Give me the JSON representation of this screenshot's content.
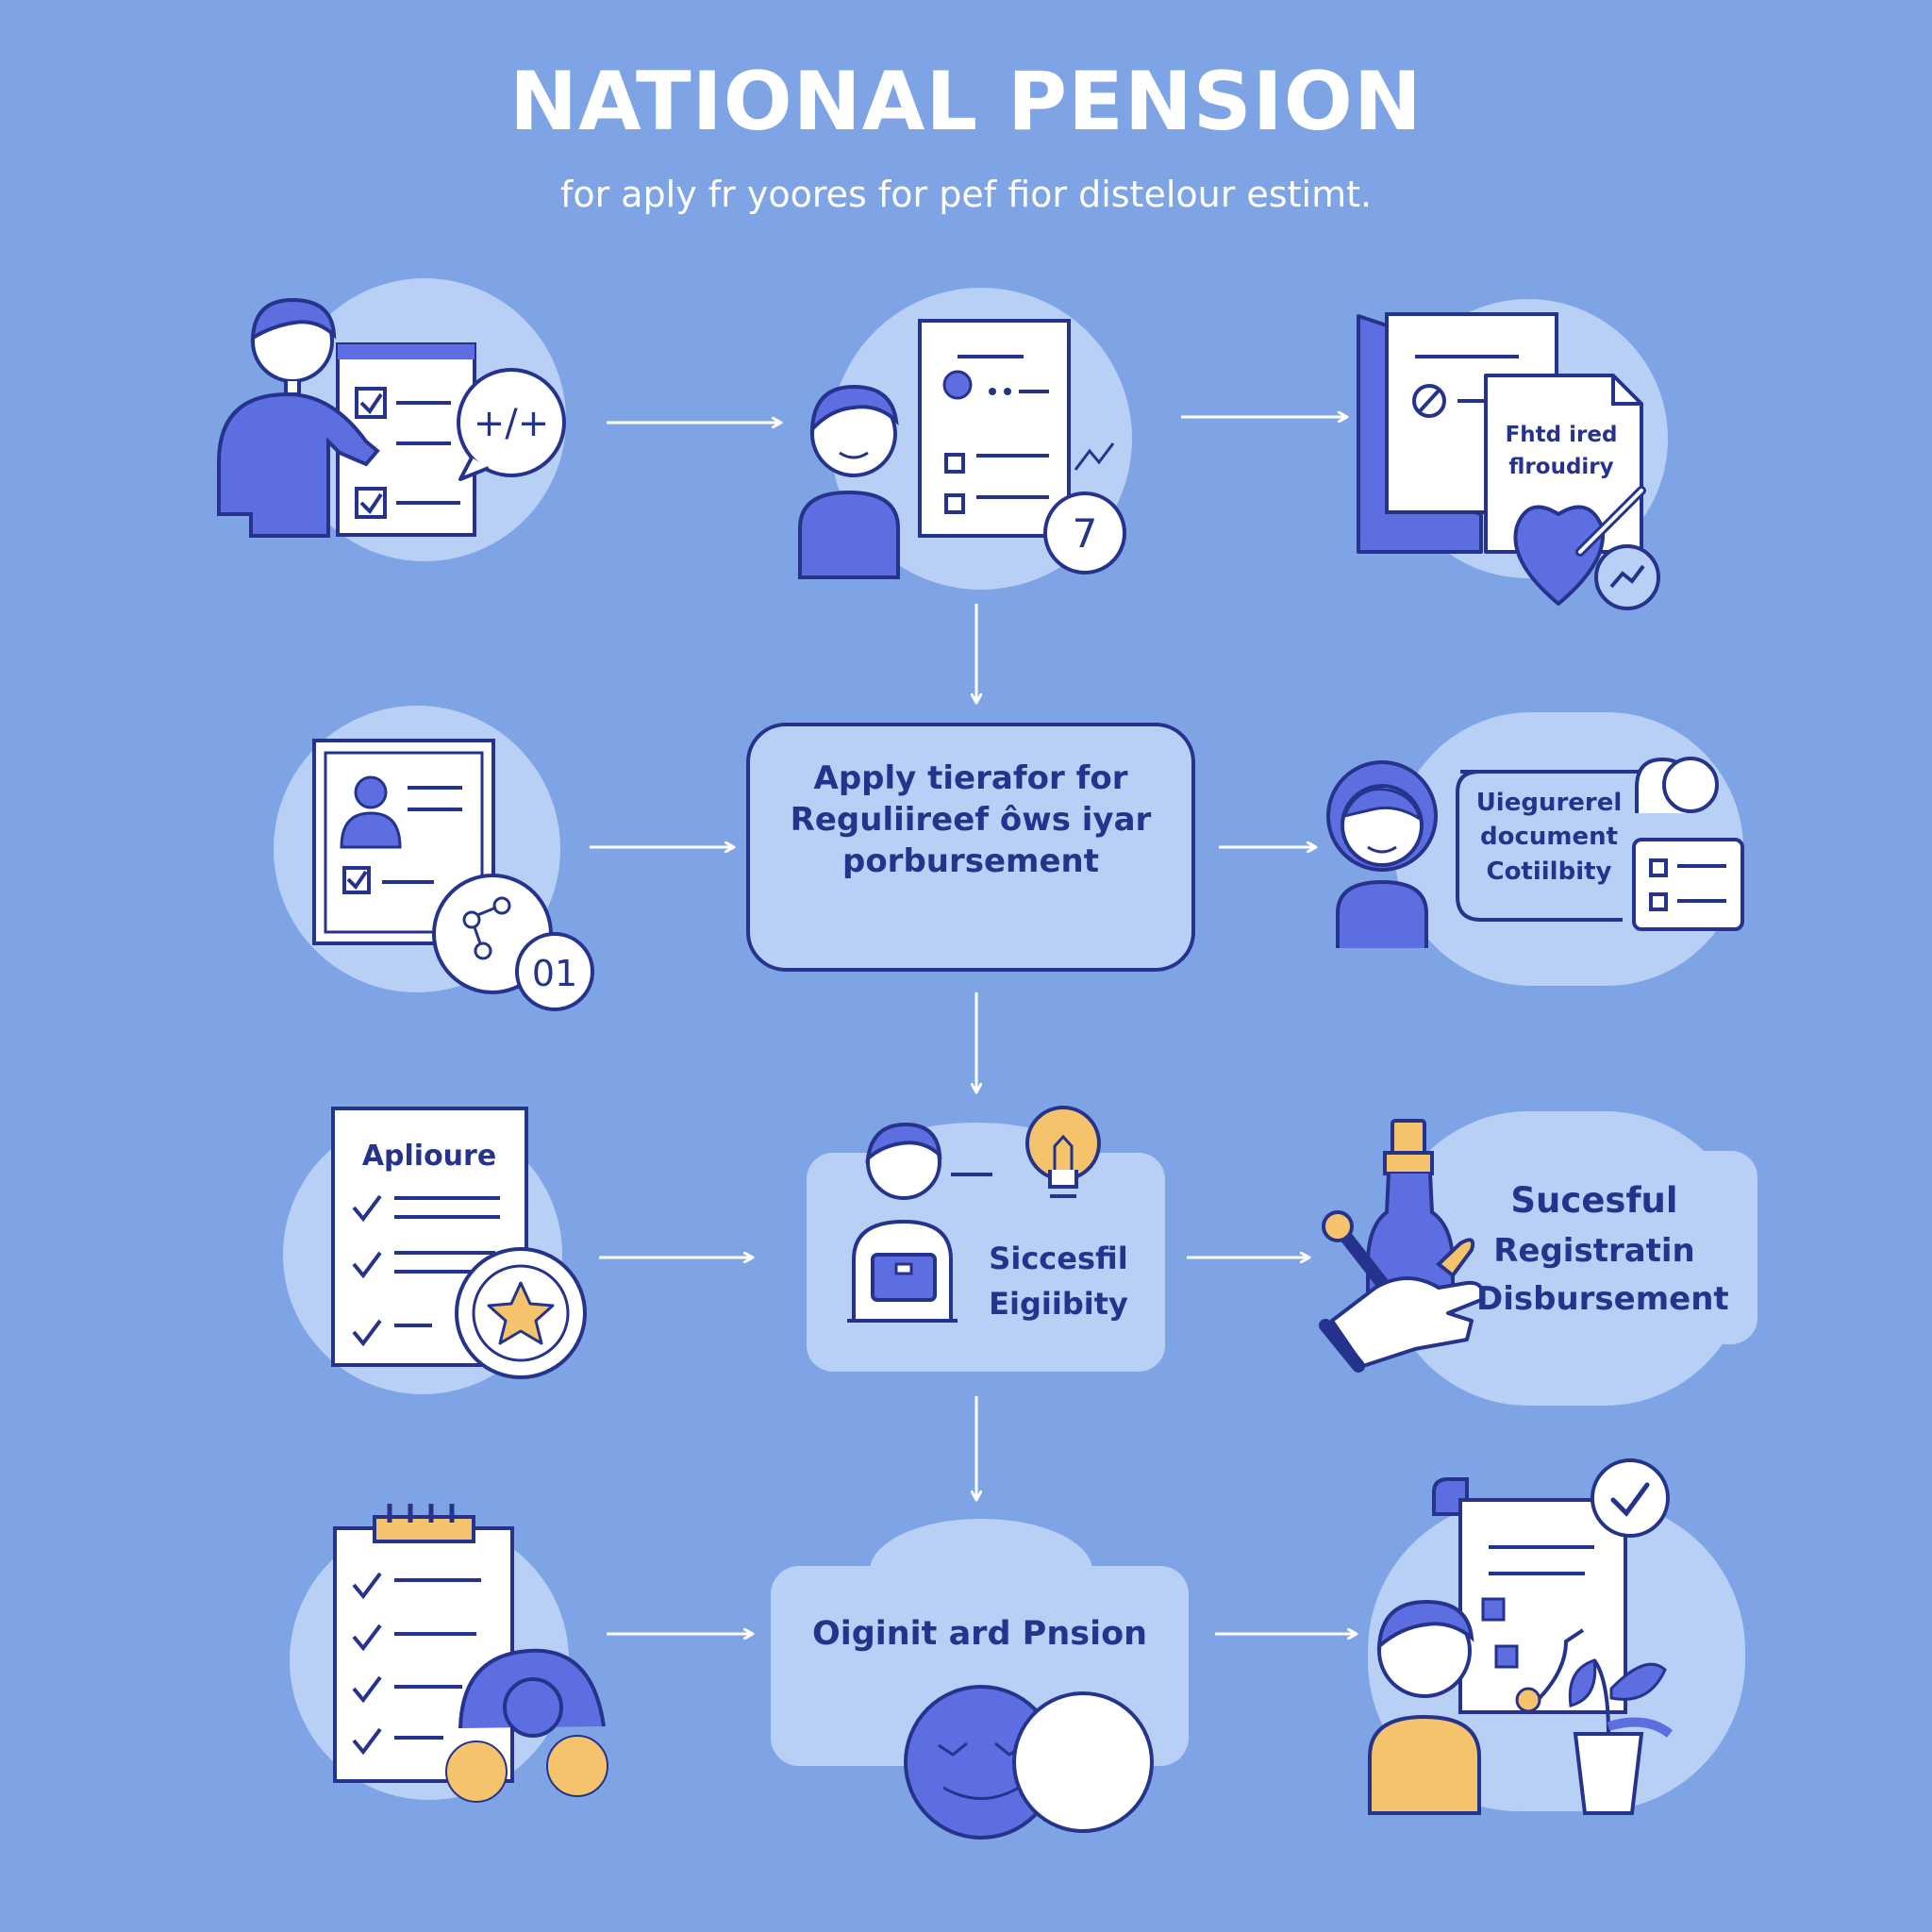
{
  "header": {
    "title": "NATIONAL PENSION",
    "subtitle": "for aply fr yoores for pef fior distelour estimt."
  },
  "palette": {
    "background": "#7ea4e6",
    "panel": "#b9d0f6",
    "outline": "#26338c",
    "figure": "#5c6ee0",
    "accent": "#f5c36b",
    "arrow": "#ffffff"
  },
  "steps": {
    "step_1": {
      "icon": "user-checklist-icon",
      "badge": "+/+"
    },
    "step_2": {
      "icon": "user-document-icon",
      "badge": "7"
    },
    "step_3": {
      "icon": "documents-heart-icon",
      "line_1": "Fhtd ired",
      "line_2": "flroudiry"
    },
    "step_4": {
      "icon": "id-card-icon",
      "badge": "01"
    },
    "step_5": {
      "line_1": "Apply tierafor for",
      "line_2": "Reguliireef ôws iyar",
      "line_3": "porbursement"
    },
    "step_6": {
      "icon": "user-certificate-icon",
      "line_1": "Uiegurerel",
      "line_2": "document",
      "line_3": "Cotiilbity"
    },
    "step_7": {
      "icon": "award-document-icon",
      "heading": "Aplioure"
    },
    "step_8": {
      "icon": "idea-briefcase-icon",
      "line_1": "Siccesfil",
      "line_2": "Eigiibity"
    },
    "step_9": {
      "icon": "hand-bottle-icon",
      "line_1": "Sucesful",
      "line_2": "Registratin",
      "line_3": "Disbursement"
    },
    "step_10": {
      "icon": "clipboard-coins-icon"
    },
    "step_11": {
      "icon": "coin-face-icon",
      "line_1": "Oiginit ard Pnsion"
    },
    "step_12": {
      "icon": "user-approved-document-icon"
    }
  }
}
